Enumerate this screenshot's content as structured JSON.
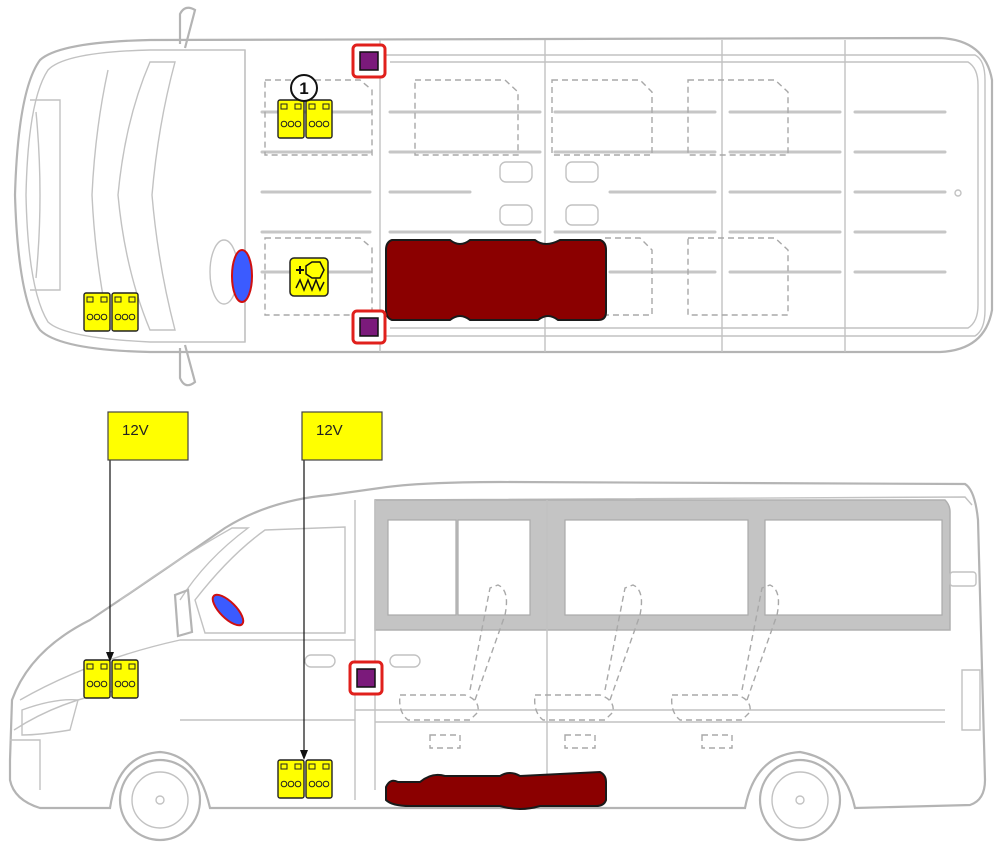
{
  "diagram": {
    "views": [
      "top-view",
      "side-view"
    ],
    "voltage_labels": [
      {
        "id": "battery-front",
        "text": "12V"
      },
      {
        "id": "battery-floor",
        "text": "12V"
      }
    ],
    "callout_number": "1",
    "colors": {
      "battery_fill": "#ffff00",
      "fuel_tank_fill": "#8b0000",
      "cutoff_switch_fill": "#7b1a7b",
      "cutoff_switch_outline": "#e0201c",
      "airbag_fill": "#3b5bff",
      "outline": "#b4b4b4"
    },
    "legend_icons": [
      "battery-icon",
      "fuel-tank-icon",
      "battery-cutoff-icon",
      "airbag-icon",
      "heater-icon"
    ]
  }
}
